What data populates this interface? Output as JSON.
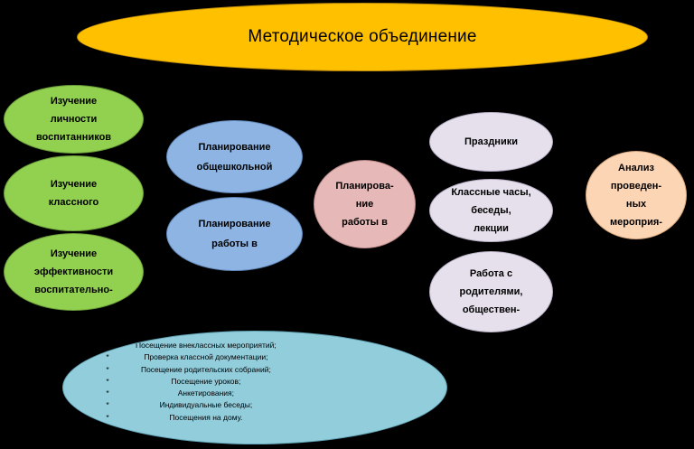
{
  "title": "Методическое объединение",
  "nodes": {
    "study_personality": [
      "Изучение",
      "личности",
      "воспитанников"
    ],
    "study_class": [
      "Изучение",
      "классного"
    ],
    "study_efficiency": [
      "Изучение",
      "эффективности",
      "воспитательно-"
    ],
    "plan_school": [
      "Планирование",
      "общешкольной"
    ],
    "plan_work": [
      "Планирование",
      "работы в"
    ],
    "plan_work2": [
      "Планирова-",
      "ние",
      "работы в"
    ],
    "holidays": [
      "Праздники"
    ],
    "class_hours": [
      "Классные  часы,",
      "беседы,",
      "лекции"
    ],
    "parents": [
      "Работа  с",
      "родителями,",
      "обществен-"
    ],
    "analysis": [
      "Анализ",
      "проведен-",
      "ных",
      "мероприя-"
    ]
  },
  "activities": {
    "bullet": "*",
    "items": [
      "Посещение внеклассных мероприятий;",
      "Проверка классной документации;",
      "Посещение родительских собраний;",
      "Посещение уроков;",
      "Анкетирования;",
      "Индивидуальные беседы;",
      "Посещения на дому."
    ]
  },
  "colors": {
    "title": "#FFC000",
    "green": "#92D050",
    "blue": "#8DB4E2",
    "pink": "#E6B8B7",
    "lavender": "#E6E0EC",
    "peach": "#FCD5B4",
    "cyan": "#92CDDC"
  }
}
